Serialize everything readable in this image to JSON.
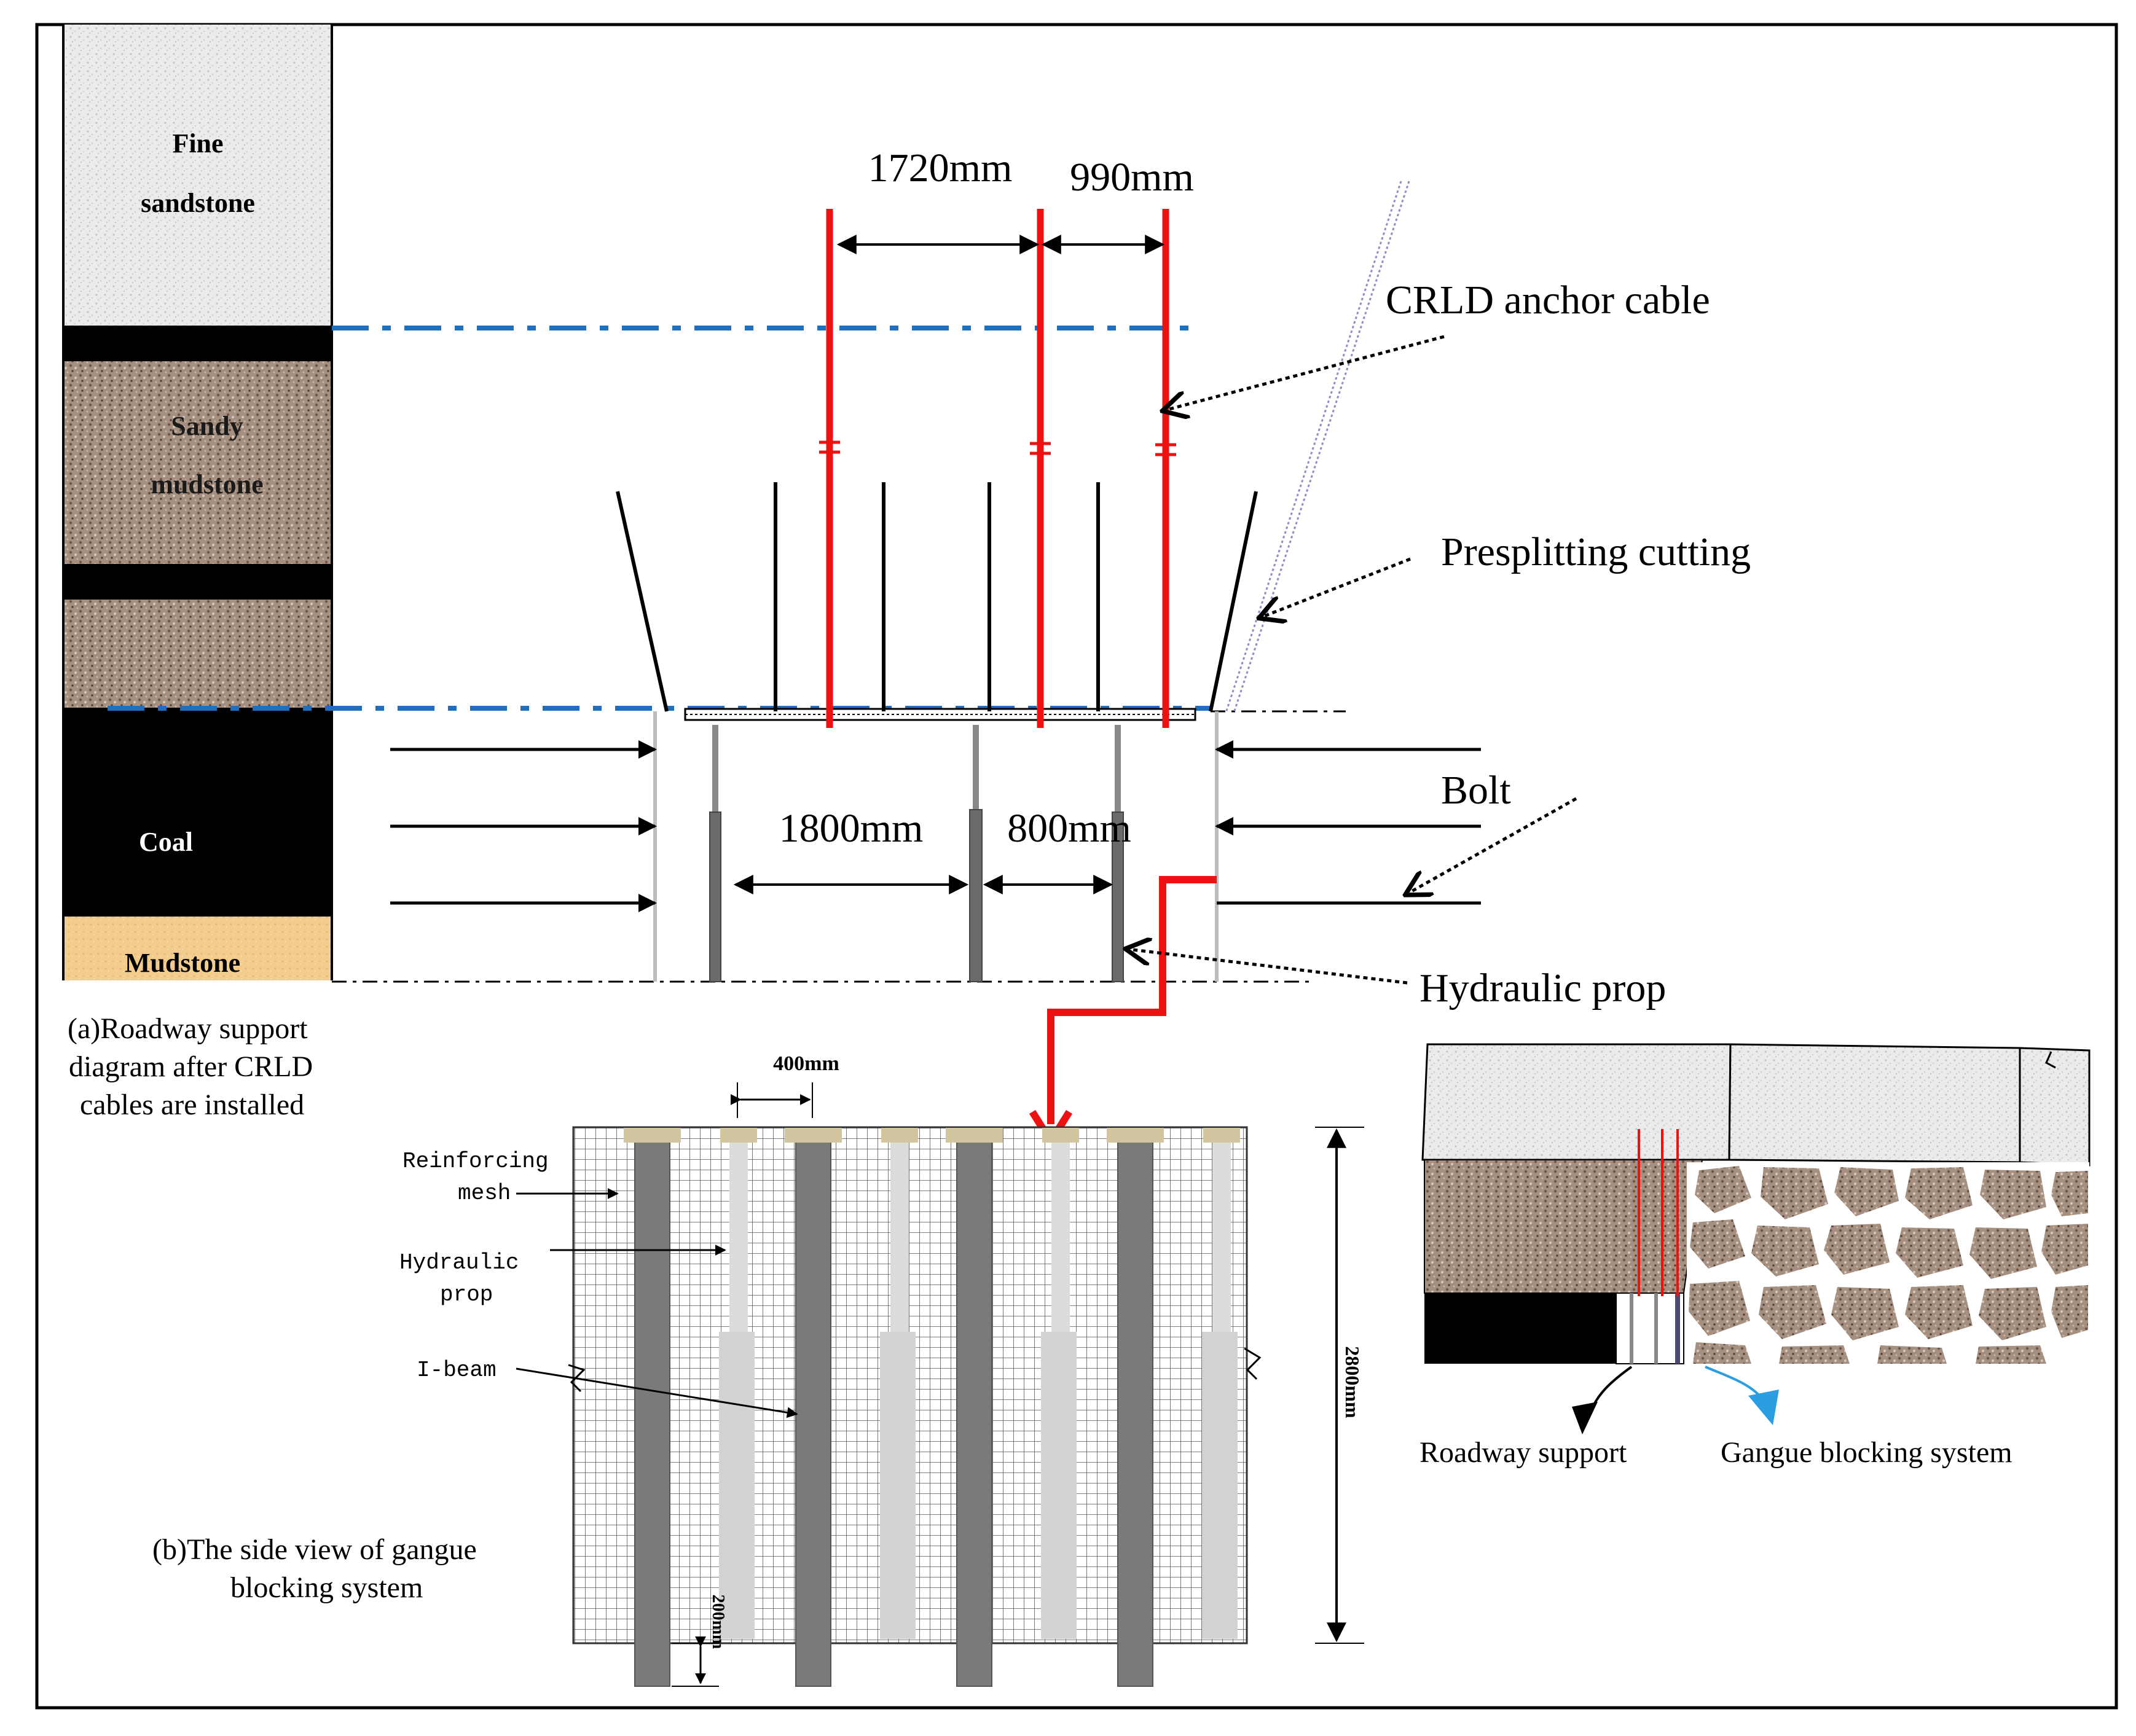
{
  "strata": {
    "fine_sandstone": [
      "Fine",
      "sandstone"
    ],
    "sandy_mudstone": [
      "Sandy",
      "mudstone"
    ],
    "coal": "Coal",
    "mudstone": "Mudstone"
  },
  "dimensions": {
    "cable_spacing_1": "1720mm",
    "cable_spacing_2": "990mm",
    "prop_spacing_1": "1800mm",
    "prop_spacing_2": "800mm",
    "i_beam_spacing": "400mm",
    "height": "2800mm",
    "embed_depth": "200mm"
  },
  "labels": {
    "crld_anchor_cable": "CRLD anchor cable",
    "presplitting_cutting": "Presplitting cutting",
    "bolt": "Bolt",
    "hydraulic_prop": "Hydraulic prop",
    "reinforcing_mesh": [
      "Reinforcing",
      "mesh"
    ],
    "hydraulic_prop_b": [
      "Hydraulic",
      "prop"
    ],
    "i_beam": "I-beam",
    "roadway_support": "Roadway support",
    "gangue_blocking_system": "Gangue blocking system"
  },
  "captions": {
    "a": [
      "(a)Roadway support",
      "diagram after CRLD",
      "cables are installed"
    ],
    "b": [
      "(b)The side view of gangue",
      "blocking system"
    ]
  },
  "colors": {
    "cable_red": "#ee1111",
    "blue_dash": "#1f6fc0",
    "blue_arrow": "#2a9ee0",
    "coal": "#000000",
    "mudstone": "#f0c98a",
    "fine_sandstone": "#e9e9e9",
    "sandy_mudstone": "#a48f80",
    "i_beam": "#7a7a7a",
    "prop_light": "#d8d8d8",
    "beam_cap": "#d2c6a0"
  }
}
